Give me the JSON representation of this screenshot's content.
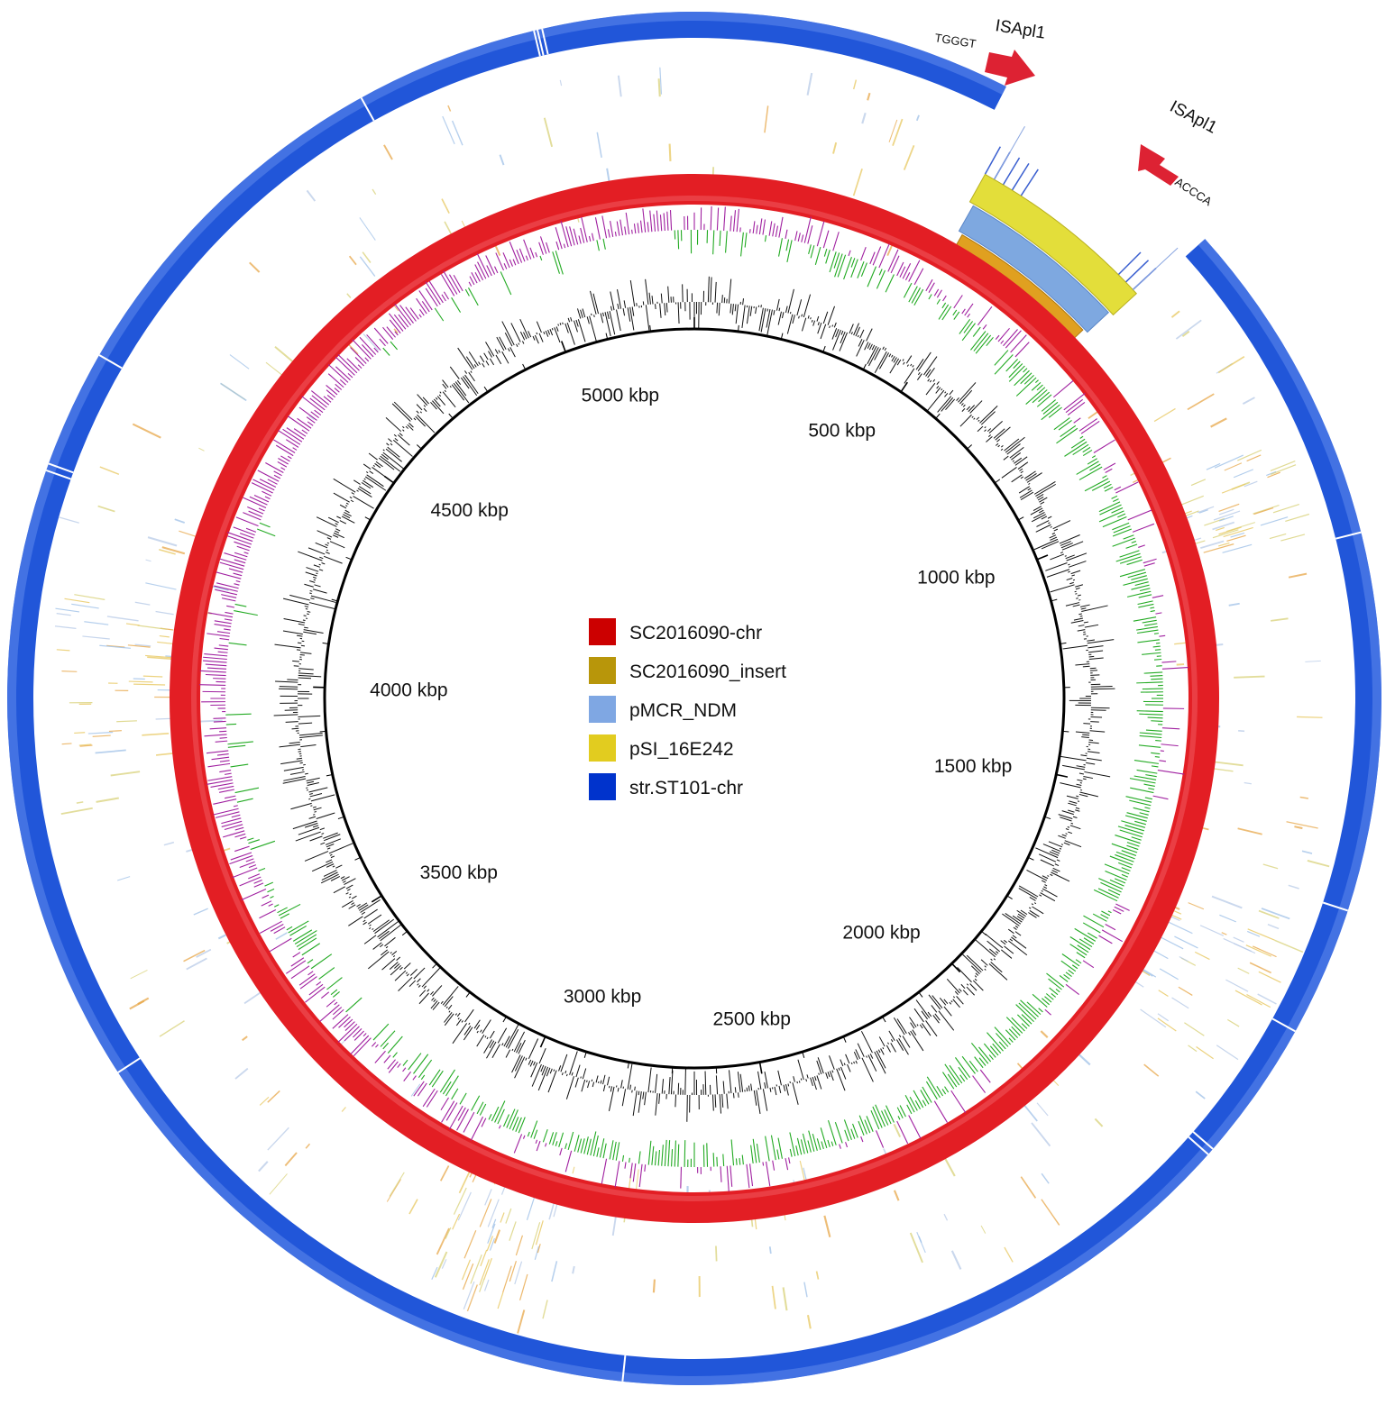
{
  "genome": {
    "length_kbp": 5300,
    "tick_labels": [
      {
        "kbp": 500,
        "text": "500 kbp"
      },
      {
        "kbp": 1000,
        "text": "1000 kbp"
      },
      {
        "kbp": 1500,
        "text": "1500 kbp"
      },
      {
        "kbp": 2000,
        "text": "2000 kbp"
      },
      {
        "kbp": 2500,
        "text": "2500 kbp"
      },
      {
        "kbp": 3000,
        "text": "3000 kbp"
      },
      {
        "kbp": 3500,
        "text": "3500 kbp"
      },
      {
        "kbp": 4000,
        "text": "4000 kbp"
      },
      {
        "kbp": 4500,
        "text": "4500 kbp"
      },
      {
        "kbp": 5000,
        "text": "5000 kbp"
      }
    ]
  },
  "legend": [
    {
      "label": "SC2016090-chr",
      "color": "#cc0000"
    },
    {
      "label": "SC2016090_insert",
      "color": "#b8960a"
    },
    {
      "label": "pMCR_NDM",
      "color": "#7fa7e3"
    },
    {
      "label": "pSI_16E242",
      "color": "#e2cc1f"
    },
    {
      "label": "str.ST101-chr",
      "color": "#0033cc"
    }
  ],
  "annotations": {
    "isapl1_top": "ISApl1",
    "isapl1_right": "ISApl1",
    "seq_left": "TGGGT",
    "seq_right": "ACCCA"
  },
  "colors": {
    "ring_red": "#e31e24",
    "ring_blue": "#2156d9",
    "gc_skew_plus": "#a020a0",
    "gc_skew_minus": "#22aa22",
    "gc_content": "#111111",
    "arrow": "#dd2233",
    "insert_yellow": "#e3de3a",
    "insert_blue": "#7ea8e0",
    "insert_orange": "#e0a020"
  }
}
